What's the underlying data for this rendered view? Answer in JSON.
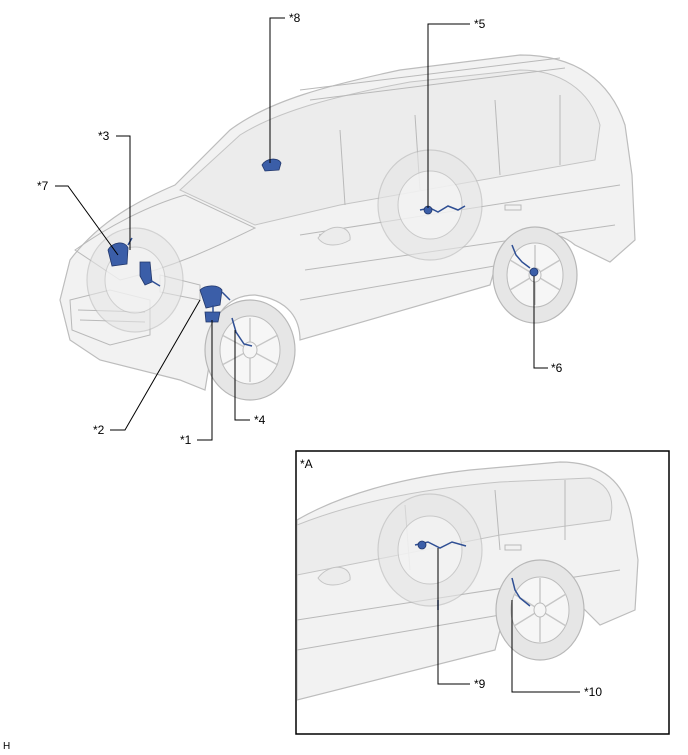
{
  "callouts": {
    "c1": "*1",
    "c2": "*2",
    "c3": "*3",
    "c4": "*4",
    "c5": "*5",
    "c6": "*6",
    "c7": "*7",
    "c8": "*8",
    "c9": "*9",
    "c10": "*10"
  },
  "inset": {
    "label": "*A"
  },
  "footer": {
    "code": "H"
  },
  "colors": {
    "part": "#3b5ea8",
    "body": "#f2f2f2",
    "outline": "#bdbdbd"
  }
}
